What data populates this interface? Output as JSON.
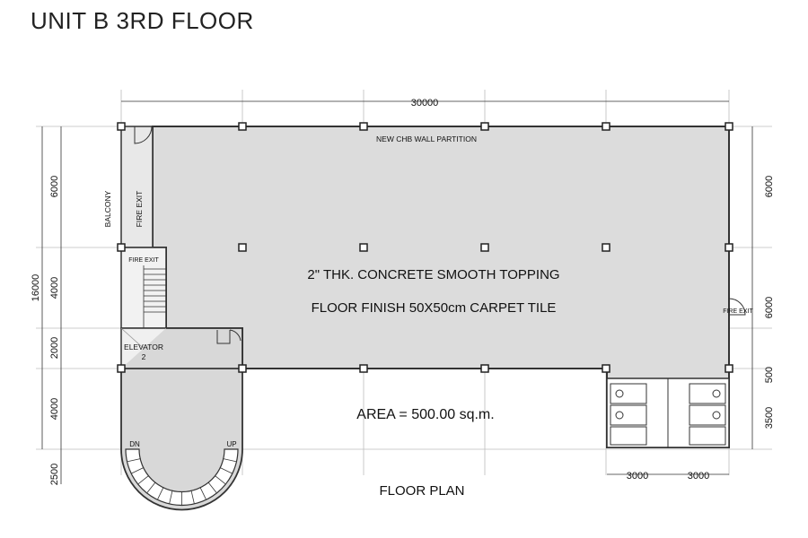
{
  "title": "UNIT B 3RD FLOOR",
  "plan_caption": "FLOOR PLAN",
  "dimensions": {
    "top_total": "30000",
    "left_total": "16000",
    "left_segments": [
      "6000",
      "4000",
      "2000",
      "4000",
      "2500"
    ],
    "right_segments": [
      "6000",
      "6000",
      "500",
      "3500"
    ],
    "bottom_segments": [
      "3000",
      "3000"
    ]
  },
  "room_labels": {
    "wall_partition": "NEW CHB WALL PARTITION",
    "balcony": "BALCONY",
    "fire_exit_vertical": "FIRE EXIT",
    "fire_exit_stair": "FIRE EXIT",
    "fire_exit_right": "FIRE EXIT",
    "elevator": "ELEVATOR",
    "elevator_no": "2",
    "stair_dn": "DN",
    "stair_up": "UP"
  },
  "notes": {
    "topping": "2\" THK. CONCRETE SMOOTH TOPPING",
    "finish": "FLOOR FINISH 50X50cm CARPET TILE",
    "area": "AREA = 500.00 sq.m."
  }
}
